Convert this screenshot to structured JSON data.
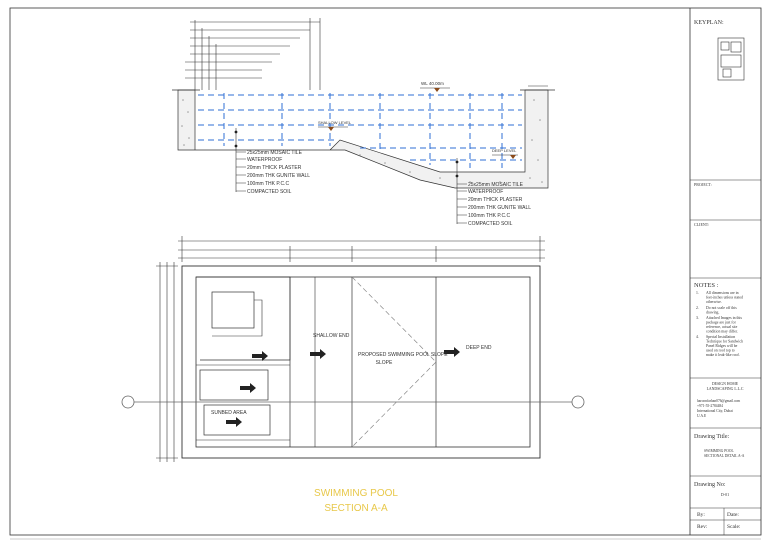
{
  "section_labels": {
    "wl_top": "WL 40.00m",
    "wl_mid": "SHALLOW LEVEL",
    "wl_deep": "DEEP LEVEL"
  },
  "shallow_layers": [
    "25x25mm MOSAIC TILE",
    "WATERPROOF",
    "20mm THICK PLASTER",
    "200mm THK GUNITE WALL",
    "100mm THK P.C.C",
    "COMPACTED SOIL"
  ],
  "deep_layers": [
    "25x25mm MOSAIC TILE",
    "WATERPROOF",
    "20mm THICK PLASTER",
    "200mm THK GUNITE WALL",
    "100mm THK P.C.C",
    "COMPACTED SOIL"
  ],
  "plan": {
    "shallow_end": "SHALLOW END",
    "slope": "PROPOSED SWIMMING POOL SLOPE",
    "deep_end": "DEEP END",
    "sunbed": "SUNBED AREA"
  },
  "drawing_caption": [
    "SWIMMING POOL",
    "SECTION A-A"
  ],
  "title_block": {
    "keyplan": "KEYPLAN:",
    "project": "PROJECT:",
    "client": "CLIENT:",
    "notes_title": "NOTES :",
    "notes": [
      {
        "n": "1.",
        "lines": [
          "All dimensions are in",
          "feet-inches unless stated",
          "otherwise."
        ]
      },
      {
        "n": "2.",
        "lines": [
          "Do not scale off this",
          "drawing."
        ]
      },
      {
        "n": "3.",
        "lines": [
          "Attached Images in this",
          "package are just for",
          "reference, actual site",
          "condition may differ."
        ]
      },
      {
        "n": "4.",
        "lines": [
          "Special Installation",
          "Technique for Sandwich",
          "Panel Ridges will be",
          "used on roof top to",
          "make it leak-like roof."
        ]
      }
    ],
    "firm": [
      "DESIGN HOME",
      "LANDSCAPING L.L.C"
    ],
    "contact": [
      "haroonfarhan076@gmail.com",
      "+971-55-2784484",
      "International City, Dubai",
      "U.A.E"
    ],
    "drawing_title_label": "Drawing Title:",
    "drawing_title": [
      "SWIMMING POOL",
      "SECTIONAL DETAIL A-A"
    ],
    "drawing_no_label": "Drawing No:",
    "drawing_no": "D-01",
    "by": "By:",
    "date": "Date:",
    "rev": "Rev:",
    "scale": "Scale:"
  },
  "colors": {
    "line": "#333333",
    "water": "#2f6fd6",
    "caption": "#e8c84a",
    "marker": "#8a4a1a"
  }
}
